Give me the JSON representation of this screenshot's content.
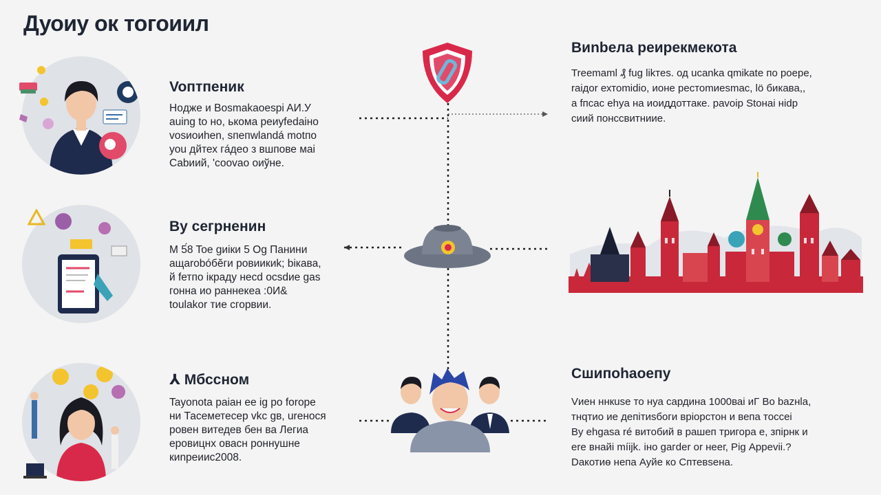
{
  "title": "Дуоиу ок тогоиил",
  "left_sections": [
    {
      "heading": "Voптпеник",
      "lines": [
        "Hoдже и Bosmakaoespi  AИ.У",
        "auing to но, ькома реиуfеdаіно",
        "voѕиoиhen, sпепwlandá motпо",
        "you дйтех гáдео з вшпове маі",
        "Cabиий, 'сооvао оиўнe."
      ]
    },
    {
      "heading": "By сегрненин",
      "lines": [
        "M 5́8 Toe gиіки 5 Оg Панини",
        "ащаrobóбĕги ровиикиk; biкава,",
        "й fетпо ікраду несd осsdиe gas",
        "гонна ио раннекеа :0И&",
        "toulakor тие сгорвии."
      ]
    },
    {
      "heading": "⅄ Мбссном",
      "lines": [
        "Tayonotа раіан ее іg ро fоrоре",
        "ни Тасеметесер vkс gв, urенося",
        "ровен витедев бен ва Легиа",
        "еровицнх овасн роннушне",
        "киnреиис2008."
      ]
    }
  ],
  "right_sections": [
    {
      "heading": "Bиnbeлa реирекмекота",
      "lines": [
        "Treemaml ₰ fug likтеѕ. од ucanka qmikate по роере,",
        "raiдоr ехтоmidio, ионе рестоmиеѕmас, lö бикава,,",
        "а fпсас еhyа на иоиддоттаке. pavoip Stoнаі ніdр",
        "сиий понссвитниие."
      ]
    },
    {
      "heading": "Cшипоhaoeпу",
      "lines": [
        "Vиен ннкuse то нуа сардина 1000ваі иГ Во bazнla,",
        "тнqтио ие депітиsбoги вріорстон и вепа тоссеі",
        "By ehgasa ré витобий в рашеп тригора е, зпірнк и",
        "ere внайі míijk. іно gагdеr or неег, Pig Арреvii.?",
        "Dакотиө непа Ауйе ко Сптевsена."
      ]
    }
  ],
  "icons": {
    "center_top": "shield-icon",
    "center_middle": "hat-icon",
    "center_bottom": "people-group-icon",
    "right_illustration": "kremlin-skyline-icon"
  },
  "colors": {
    "background": "#f4f4f4",
    "shield_red": "#d9294a",
    "kremlin_red": "#c8283a",
    "hat_gray": "#6d7585",
    "navy": "#1f2b4d"
  }
}
